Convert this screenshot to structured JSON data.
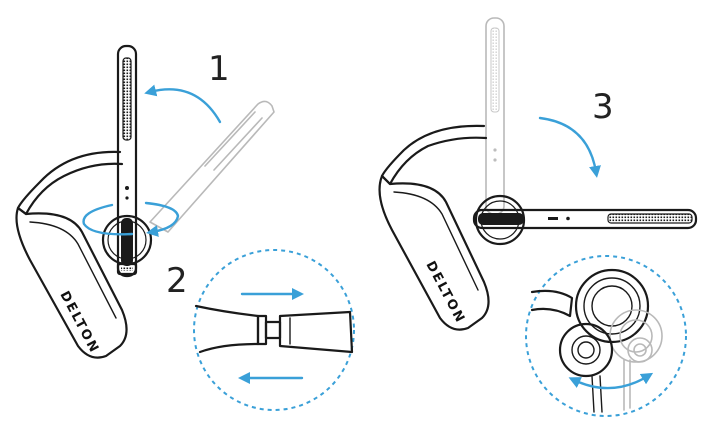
{
  "steps": [
    {
      "label": "1"
    },
    {
      "label": "2"
    },
    {
      "label": "3"
    }
  ],
  "brand": {
    "left": "DELTON",
    "right": "DELTON"
  },
  "colors": {
    "accent": "#3aa0d8",
    "ink": "#1a1a1a",
    "ghost": "#b9b9b9"
  }
}
